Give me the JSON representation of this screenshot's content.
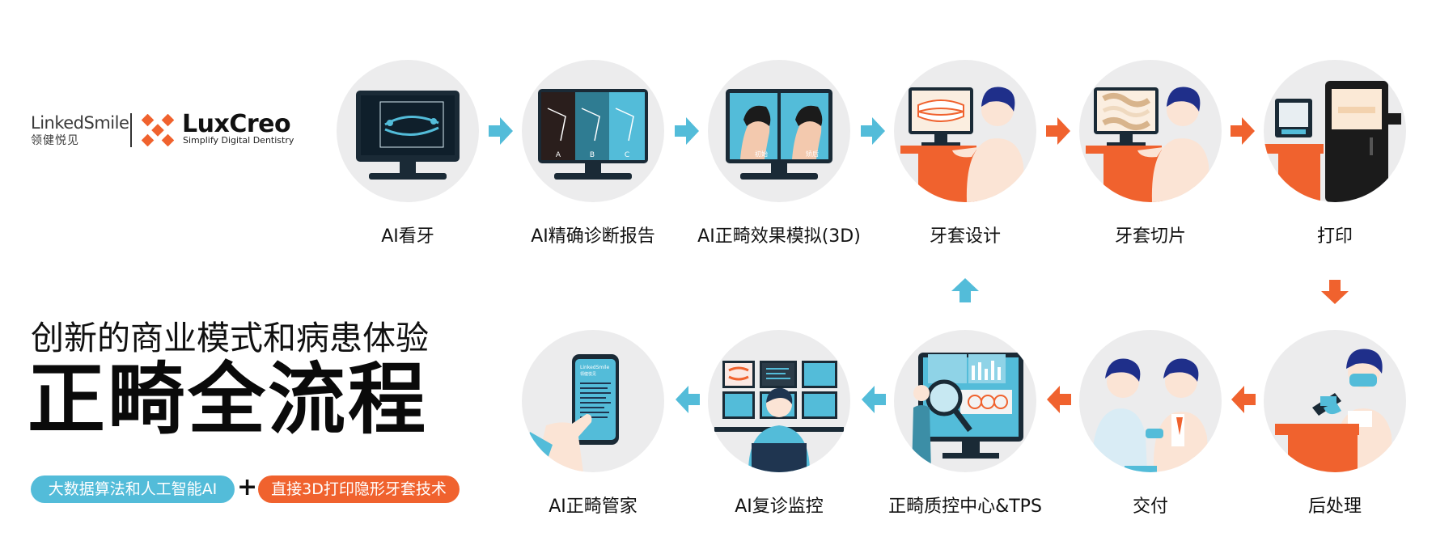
{
  "brand": {
    "linkedsmile": "LinkedSmile",
    "linkedsmile_cn": "领健悦见",
    "luxcreo": "LuxCreo",
    "luxcreo_tagline": "Simplify Digital Dentistry"
  },
  "headline": {
    "subtitle": "创新的商业模式和病患体验",
    "title": "正畸全流程"
  },
  "tags": {
    "ai": "大数据算法和人工智能AI",
    "plus": "+",
    "print": "直接3D打印隐形牙套技术"
  },
  "steps": [
    {
      "label": "AI看牙",
      "icon": "scan-monitor-icon"
    },
    {
      "label": "AI精确诊断报告",
      "icon": "diagnosis-monitor-icon",
      "panel_labels": [
        "A",
        "B",
        "C"
      ]
    },
    {
      "label": "AI正畸效果模拟(3D)",
      "icon": "face-simulation-icon",
      "panel_labels": [
        "初始",
        "矫后"
      ]
    },
    {
      "label": "牙套设计",
      "icon": "aligner-design-icon"
    },
    {
      "label": "牙套切片",
      "icon": "aligner-slicing-icon"
    },
    {
      "label": "打印",
      "icon": "3d-printer-icon"
    },
    {
      "label": "后处理",
      "icon": "post-processing-icon"
    },
    {
      "label": "交付",
      "icon": "delivery-icon"
    },
    {
      "label": "正畸质控中心&TPS",
      "icon": "quality-control-icon"
    },
    {
      "label": "AI复诊监控",
      "icon": "monitoring-icon"
    },
    {
      "label": "AI正畸管家",
      "icon": "phone-assistant-icon",
      "phone_text": [
        "LinkedSmile",
        "领健悦见"
      ]
    }
  ],
  "colors": {
    "blue": "#53bcd9",
    "orange": "#f0622e",
    "circle_bg": "#ececed",
    "dark_navy": "#1f3550"
  }
}
